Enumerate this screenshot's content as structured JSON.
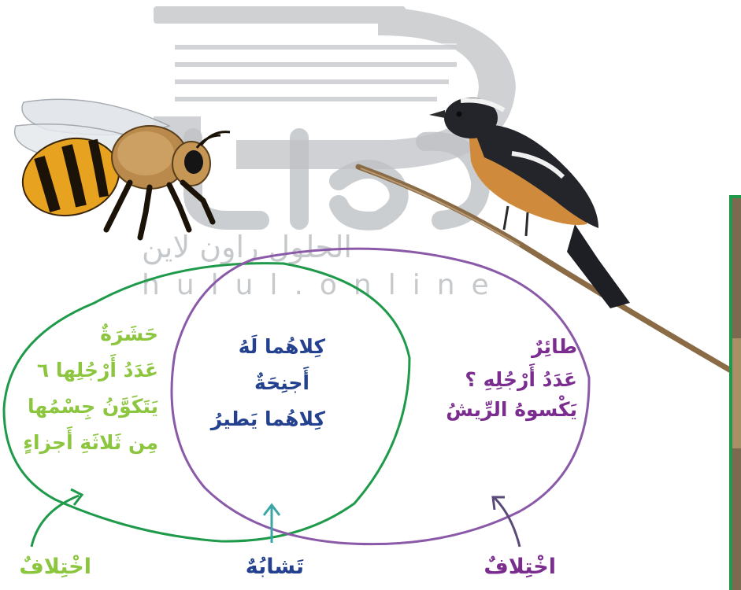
{
  "watermark": {
    "arabic": "الحلول راون لاين",
    "latin": "hulul.online"
  },
  "left_set": {
    "lines": [
      "حَشَرَةٌ",
      "عَدَدُ أَرْجُلِها ٦",
      "يَتَكَوَّنُ جِسْمُها",
      "مِن ثَلاثَةِ أَجزاءٍ"
    ],
    "label": "اخْتِلافٌ",
    "color": "#8cc63f"
  },
  "middle_set": {
    "lines": [
      "كِلاهُما لَهُ",
      "أَجنِحَةٌ",
      "كِلاهُما يَطيرُ"
    ],
    "label": "تَشابُهٌ",
    "color": "#24418f"
  },
  "right_set": {
    "lines": [
      "طائِرٌ",
      "عَدَدُ أَرْجُلِهِ ؟",
      "يَكْسوهُ الرِّيشُ"
    ],
    "label": "اخْتِلافٌ",
    "color": "#7a2d8e"
  },
  "pictures": {
    "left": "bee",
    "right": "bird-on-branch"
  },
  "colors": {
    "green_circle": "#1f9a4a",
    "purple_circle": "#8a5aa8",
    "arrow_teal": "#3aa7a6"
  }
}
